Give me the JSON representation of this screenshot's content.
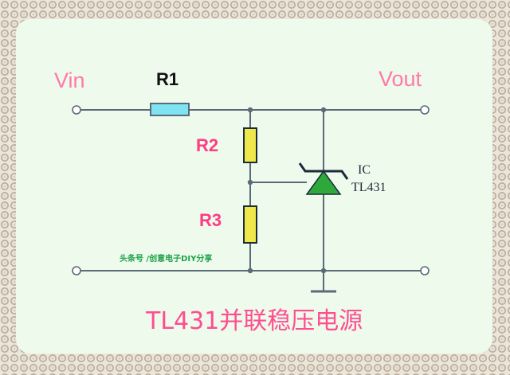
{
  "labels": {
    "vin": "Vin",
    "vout": "Vout",
    "r1": "R1",
    "r2": "R2",
    "r3": "R3",
    "ic": "IC",
    "ic_part": "TL431",
    "watermark": "头条号 /创意电子DIY分享",
    "title": "TL431并联稳压电源"
  },
  "colors": {
    "background": "#ffffff",
    "frame_fill": "#eefaec",
    "frame_pattern_1": "#d9d1c2",
    "frame_pattern_2": "#b7aa9b",
    "node_label": "#ff7aa6",
    "resistor_label": "#ff3b84",
    "title": "#ff4d8f",
    "watermark": "#1fa24a",
    "wire": "#5a6a78",
    "r1_fill": "#7fe4f2",
    "r2_r3_fill": "#efe84a",
    "zener_fill": "#2ea83a",
    "zener_line": "#1b2b3b",
    "ic_text": "#1b2b3b"
  },
  "components": [
    {
      "name": "R1",
      "kind": "resistor",
      "orientation": "horizontal"
    },
    {
      "name": "R2",
      "kind": "resistor",
      "orientation": "vertical"
    },
    {
      "name": "R3",
      "kind": "resistor",
      "orientation": "vertical"
    },
    {
      "name": "TL431",
      "kind": "shunt-regulator",
      "symbol": "zener"
    }
  ]
}
